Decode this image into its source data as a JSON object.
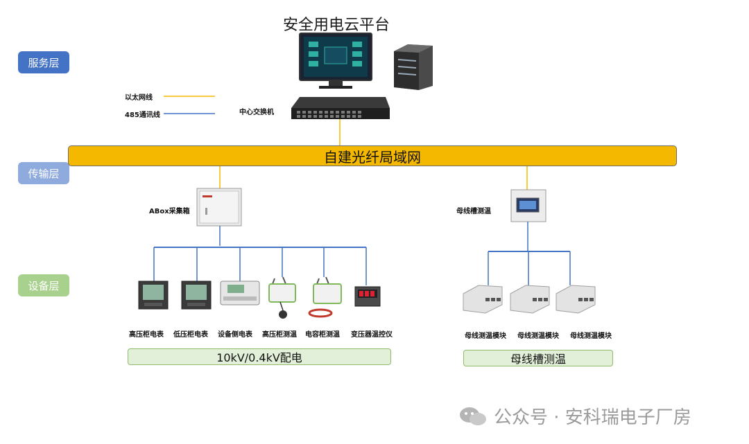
{
  "title": "安全用电云平台",
  "layers": {
    "service": "服务层",
    "transport": "传输层",
    "device": "设备层"
  },
  "legend": {
    "ethernet": "以太网线",
    "rs485": "485通讯线",
    "ethernet_color": "#f5b800",
    "rs485_color": "#4472c4"
  },
  "switch_label": "中心交换机",
  "bus_label": "自建光纤局域网",
  "abox_label": "ABox采集箱",
  "busbar_label": "母线槽测温",
  "devices_left": [
    "高压柜电表",
    "低压柜电表",
    "设备侧电表",
    "高压柜测温",
    "电容柜测温",
    "变压器温控仪"
  ],
  "devices_right": [
    "母线测温模块",
    "母线测温模块",
    "母线测温模块"
  ],
  "bottom_left": "10kV/0.4kV配电",
  "bottom_right": "母线槽测温",
  "watermark": "公众号 · 安科瑞电子厂房"
}
